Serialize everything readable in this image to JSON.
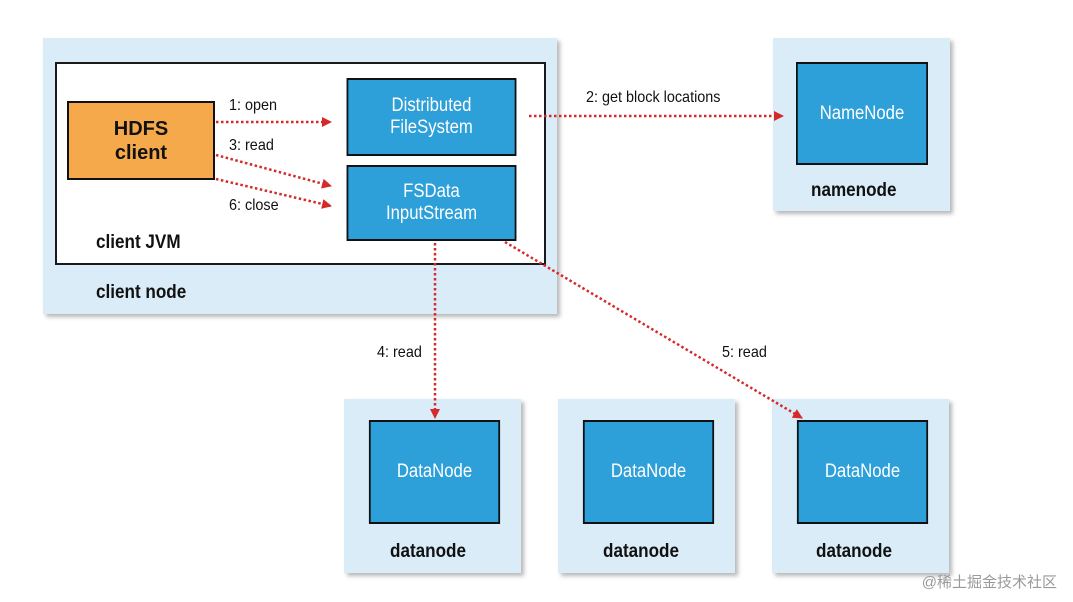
{
  "client_node": {
    "caption": "client node",
    "jvm_caption": "client JVM",
    "hdfs_client": "HDFS\nclient",
    "distributed_fs": "Distributed\nFileSystem",
    "fsdata_stream": "FSData\nInputStream"
  },
  "namenode": {
    "box_label": "NameNode",
    "caption": "namenode"
  },
  "datanodes": [
    {
      "box_label": "DataNode",
      "caption": "datanode"
    },
    {
      "box_label": "DataNode",
      "caption": "datanode"
    },
    {
      "box_label": "DataNode",
      "caption": "datanode"
    }
  ],
  "arrows": {
    "open": "1: open",
    "get_block_locations": "2: get block locations",
    "read_client": "3: read",
    "read_datanode_1": "4: read",
    "read_datanode_3": "5: read",
    "close": "6: close"
  },
  "watermark": "@稀土掘金技术社区",
  "colors": {
    "node_bg": "#d9ecf7",
    "component_blue": "#2d9fd9",
    "client_orange": "#f6a94b",
    "arrow_red": "#d42a2a"
  }
}
